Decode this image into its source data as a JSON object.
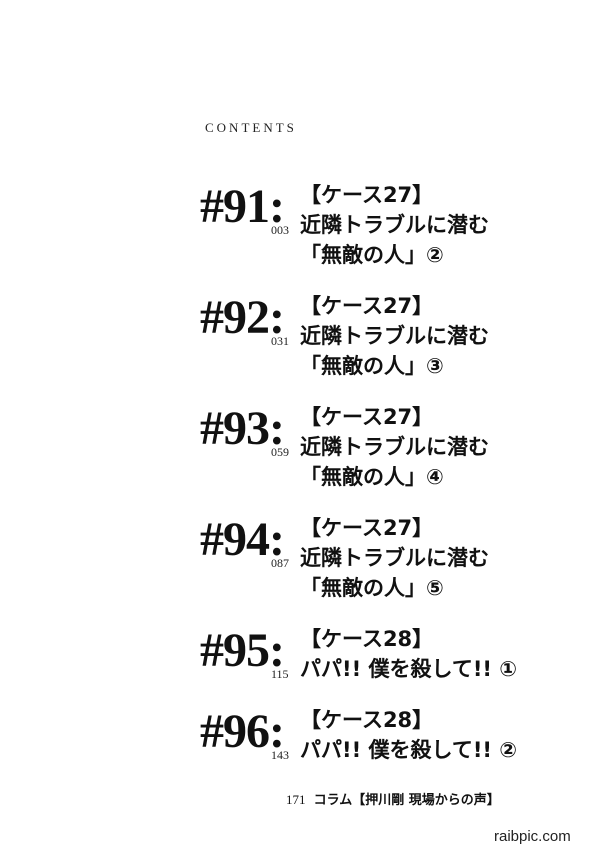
{
  "header": {
    "label": "CONTENTS"
  },
  "entries": [
    {
      "number": "#91:",
      "page": "003",
      "case": "【ケース27】",
      "title1": "近隣トラブルに潜む",
      "title2": "「無敵の人」②"
    },
    {
      "number": "#92:",
      "page": "031",
      "case": "【ケース27】",
      "title1": "近隣トラブルに潜む",
      "title2": "「無敵の人」③"
    },
    {
      "number": "#93:",
      "page": "059",
      "case": "【ケース27】",
      "title1": "近隣トラブルに潜む",
      "title2": "「無敵の人」④"
    },
    {
      "number": "#94:",
      "page": "087",
      "case": "【ケース27】",
      "title1": "近隣トラブルに潜む",
      "title2": "「無敵の人」⑤"
    },
    {
      "number": "#95:",
      "page": "115",
      "case": "【ケース28】",
      "title1": "パパ!! 僕を殺して!! ①"
    },
    {
      "number": "#96:",
      "page": "143",
      "case": "【ケース28】",
      "title1": "パパ!! 僕を殺して!! ②"
    }
  ],
  "column": {
    "page": "171",
    "text": "コラム【押川剛 現場からの声】"
  },
  "watermark": "raibpic.com"
}
